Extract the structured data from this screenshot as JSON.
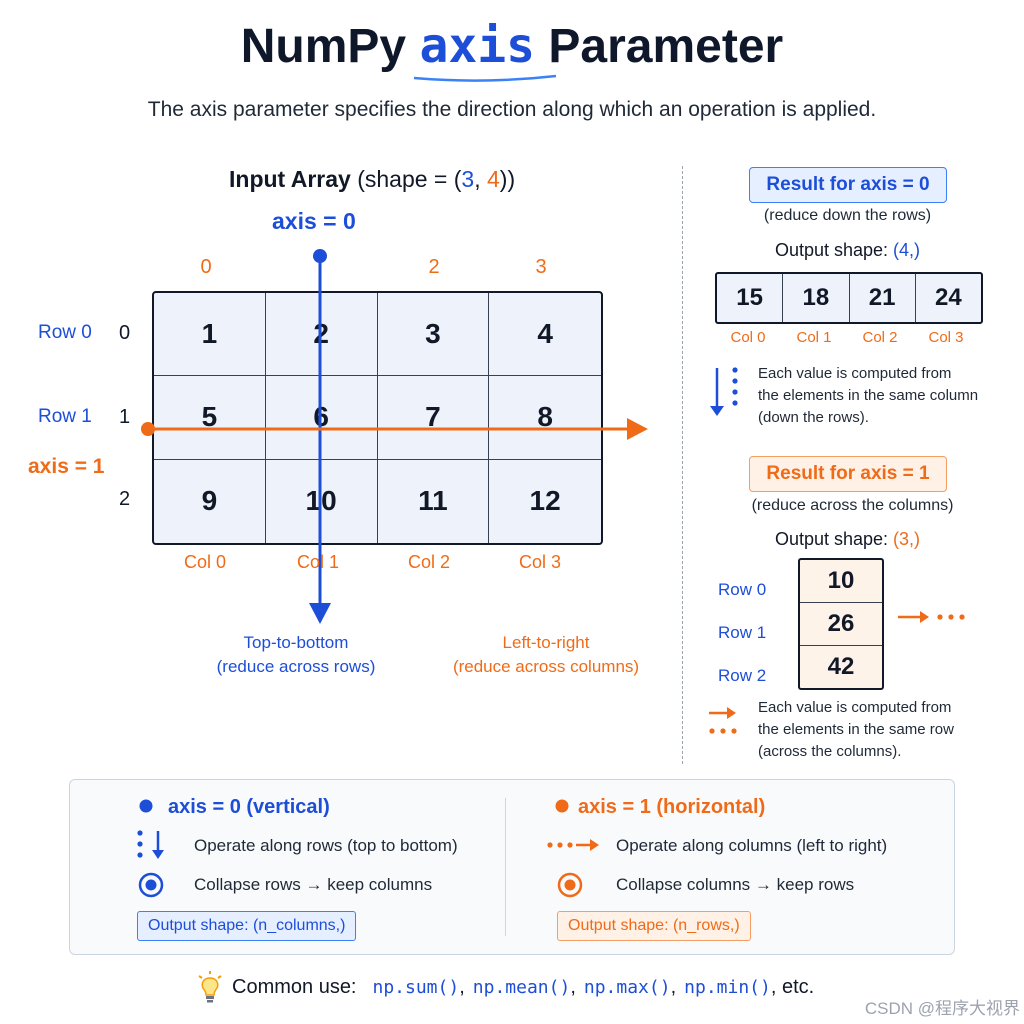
{
  "title": {
    "prefix": "NumPy",
    "keyword": "axis",
    "suffix": "Parameter"
  },
  "subtitle": "The axis parameter specifies the direction along which an operation is applied.",
  "input_array": {
    "heading_bold": "Input Array",
    "heading_open": "(shape = (",
    "shape_a": "3",
    "shape_sep": ", ",
    "shape_b": "4",
    "heading_close": "))",
    "cells": [
      "1",
      "2",
      "3",
      "4",
      "5",
      "6",
      "7",
      "8",
      "9",
      "10",
      "11",
      "12"
    ],
    "col_indices": [
      "0",
      "",
      "2",
      "3"
    ],
    "col_labels": [
      "Col 0",
      "Col 1",
      "Col 2",
      "Col 3"
    ],
    "row_labels": [
      "Row 0",
      "Row 1"
    ],
    "row_indices": [
      "0",
      "1",
      "2"
    ],
    "axis0_label": "axis = 0",
    "axis1_label": "axis = 1",
    "axis0_desc_1": "Top-to-bottom",
    "axis0_desc_2": "(reduce across rows)",
    "axis1_desc_1": "Left-to-right",
    "axis1_desc_2": "(reduce across columns)"
  },
  "result0": {
    "title": "Result for axis = 0",
    "desc": "(reduce down the rows)",
    "shape_label": "Output shape:",
    "shape_value": "(4,)",
    "values": [
      "15",
      "18",
      "21",
      "24"
    ],
    "labels": [
      "Col 0",
      "Col 1",
      "Col 2",
      "Col 3"
    ],
    "note_1": "Each value is computed from",
    "note_2": "the elements in the same column",
    "note_3": "(down the rows)."
  },
  "result1": {
    "title": "Result for axis = 1",
    "desc": "(reduce across the columns)",
    "shape_label": "Output shape:",
    "shape_value": "(3,)",
    "values": [
      "10",
      "26",
      "42"
    ],
    "labels": [
      "Row 0",
      "Row 1",
      "Row 2"
    ],
    "note_1": "Each value is computed from",
    "note_2": "the elements in the same row",
    "note_3": "(across the columns)."
  },
  "legend": {
    "left": {
      "heading": "axis = 0  (vertical)",
      "line1": "Operate along rows (top to bottom)",
      "line2": "Collapse rows → keep columns",
      "tag": "Output shape:  (n_columns,)"
    },
    "right": {
      "heading": "axis = 1  (horizontal)",
      "line1": "Operate along columns (left to right)",
      "line2": "Collapse columns → keep rows",
      "tag": "Output shape:  (n_rows,)"
    }
  },
  "common": {
    "label": "Common use:",
    "f1": "np.sum()",
    "f2": "np.mean()",
    "f3": "np.max()",
    "f4": "np.min()",
    "sep": ",",
    "etc": ", etc."
  },
  "watermark": "CSDN @程序大视界",
  "colors": {
    "blue": "#1d4ed8",
    "orange": "#f06b18",
    "cell_bg": "#eef3fb"
  },
  "icons": [
    "bulb-icon",
    "down-arrow-icon",
    "right-arrow-icon",
    "target-icon",
    "dot-icon"
  ]
}
